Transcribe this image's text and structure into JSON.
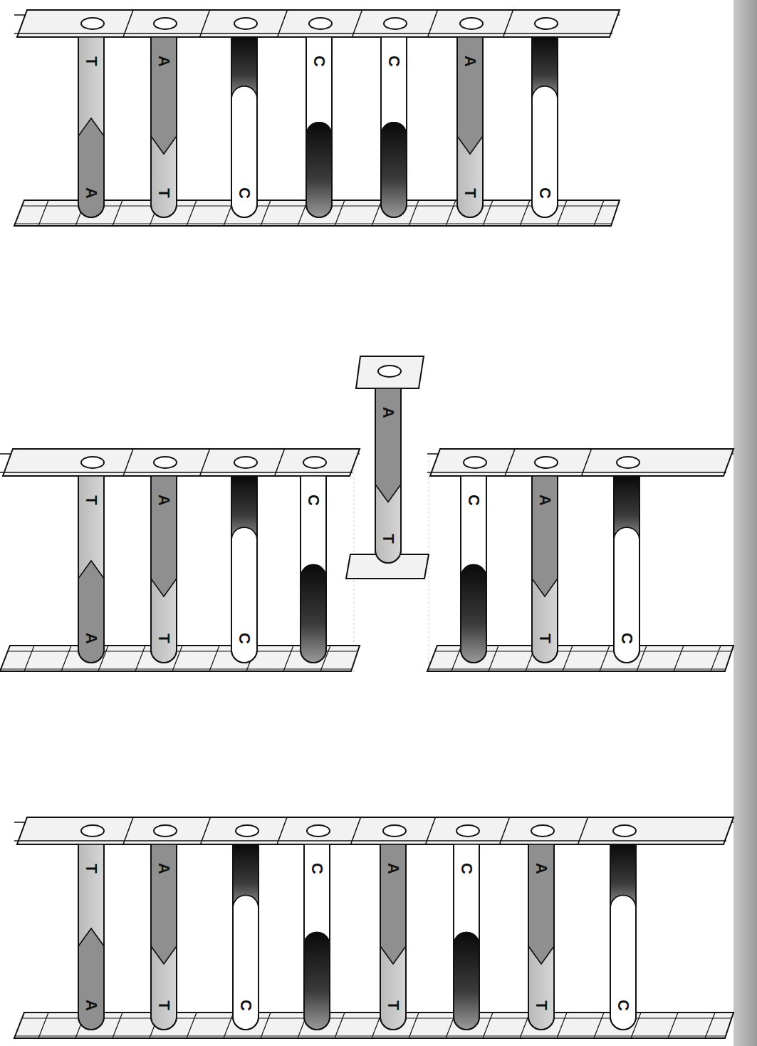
{
  "diagram": {
    "labels": [
      "T",
      "A",
      "A",
      "T",
      "C",
      "C",
      "C",
      "A",
      "T",
      "C",
      "T",
      "A",
      "A",
      "T",
      "C",
      "C",
      "A",
      "T",
      "C",
      "A",
      "T",
      "C",
      "T",
      "A",
      "A",
      "T",
      "C",
      "C",
      "A",
      "T",
      "C",
      "A",
      "T",
      "C"
    ]
  }
}
